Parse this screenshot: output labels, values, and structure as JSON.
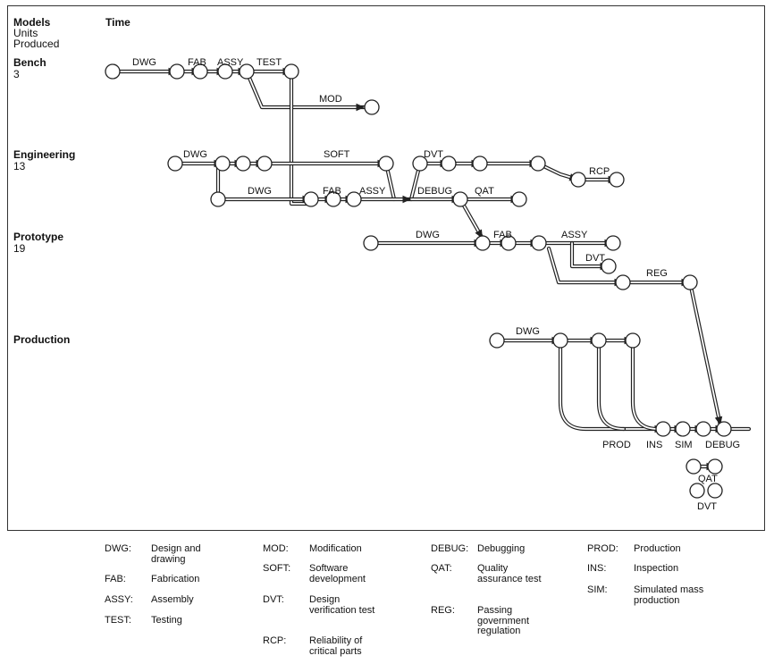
{
  "headers": {
    "models": "Models",
    "units": "Units",
    "produced": "Produced",
    "time": "Time"
  },
  "rows": [
    {
      "id": "bench",
      "name": "Bench",
      "units": "3"
    },
    {
      "id": "engineering",
      "name": "Engineering",
      "units": "13"
    },
    {
      "id": "prototype",
      "name": "Prototype",
      "units": "19"
    },
    {
      "id": "production",
      "name": "Production",
      "units": ""
    }
  ],
  "task_labels": [
    "DWG",
    "FAB",
    "ASSY",
    "TEST",
    "MOD",
    "DWG",
    "SOFT",
    "DVT",
    "RCP",
    "DWG",
    "FAB",
    "ASSY",
    "DEBUG",
    "QAT",
    "DWG",
    "FAB",
    "ASSY",
    "DVT",
    "REG",
    "DWG",
    "PROD",
    "INS",
    "SIM",
    "DEBUG",
    "QAT",
    "DVT"
  ],
  "legend": [
    {
      "abbr": "DWG:",
      "def": "Design and drawing"
    },
    {
      "abbr": "FAB:",
      "def": "Fabrication"
    },
    {
      "abbr": "ASSY:",
      "def": "Assembly"
    },
    {
      "abbr": "TEST:",
      "def": "Testing"
    },
    {
      "abbr": "MOD:",
      "def": "Modification"
    },
    {
      "abbr": "SOFT:",
      "def": "Software development"
    },
    {
      "abbr": "DVT:",
      "def": "Design verification test"
    },
    {
      "abbr": "RCP:",
      "def": "Reliability of critical parts"
    },
    {
      "abbr": "DEBUG:",
      "def": "Debugging"
    },
    {
      "abbr": "QAT:",
      "def": "Quality assurance test"
    },
    {
      "abbr": "REG:",
      "def": "Passing government regulation"
    },
    {
      "abbr": "PROD:",
      "def": "Production"
    },
    {
      "abbr": "INS:",
      "def": "Inspection"
    },
    {
      "abbr": "SIM:",
      "def": "Simulated mass production"
    }
  ]
}
